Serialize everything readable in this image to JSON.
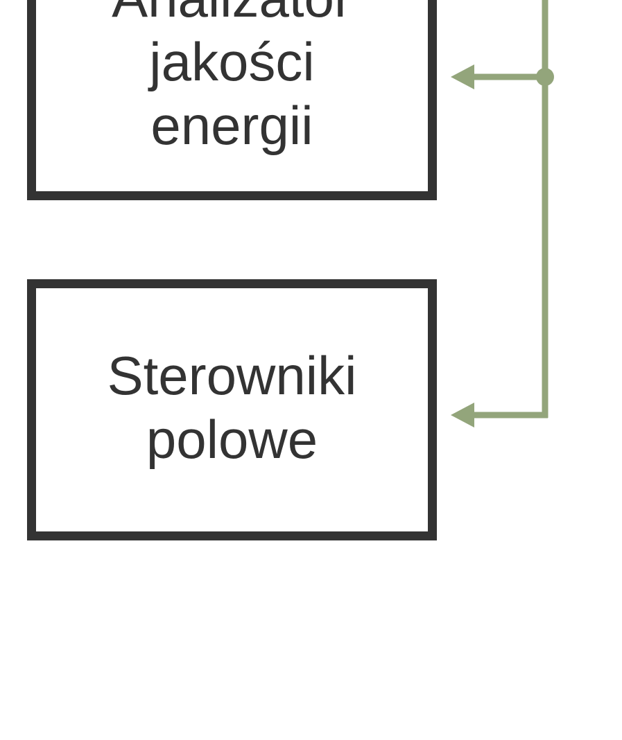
{
  "diagram": {
    "analyzer_box": {
      "lines": [
        "Analizator",
        "jakości",
        "energii"
      ]
    },
    "controllers_box": {
      "lines": [
        "Sterowniki",
        "polowe"
      ]
    },
    "connector_color": "#93a57b",
    "box_border_color": "#333333",
    "text_color": "#333333"
  }
}
